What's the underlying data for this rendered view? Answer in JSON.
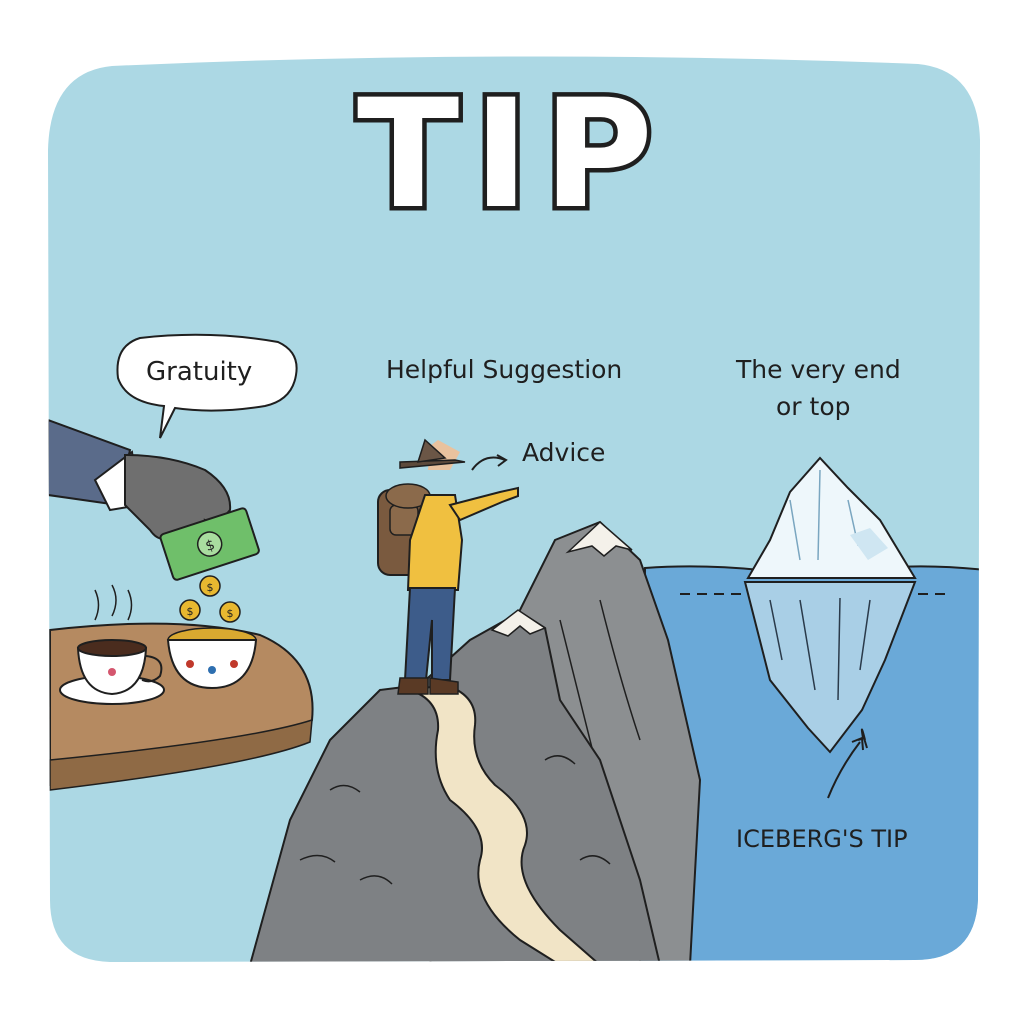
{
  "title": "TIP",
  "labels": {
    "gratuity": "Gratuity",
    "helpful_suggestion": "Helpful Suggestion",
    "advice": "Advice",
    "very_end_line1": "The very end",
    "very_end_line2": "or top",
    "iceberg_tip": "ICEBERG'S TIP"
  },
  "colors": {
    "sky": "#acd8e4",
    "water": "#6aa9d8",
    "rock": "#8c8f91",
    "table": "#b58a61",
    "jacket": "#f0c040",
    "outline": "#1f1f1f"
  }
}
